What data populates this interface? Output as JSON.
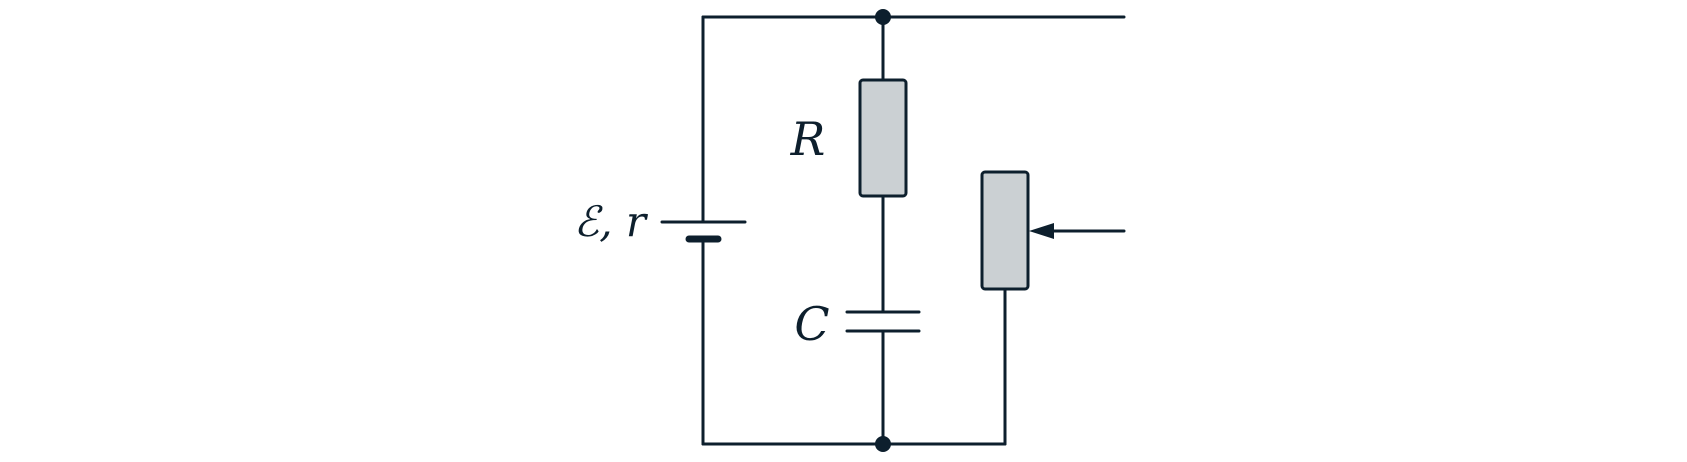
{
  "diagram": {
    "type": "circuit",
    "colors": {
      "wire": "#0d1f2d",
      "component_fill": "#cbd0d3",
      "background": "#ffffff"
    },
    "components": {
      "source": {
        "label": "ℰ, r"
      },
      "resistor": {
        "label": "R"
      },
      "capacitor": {
        "label": "C"
      },
      "rheostat": {
        "label": ""
      }
    }
  }
}
